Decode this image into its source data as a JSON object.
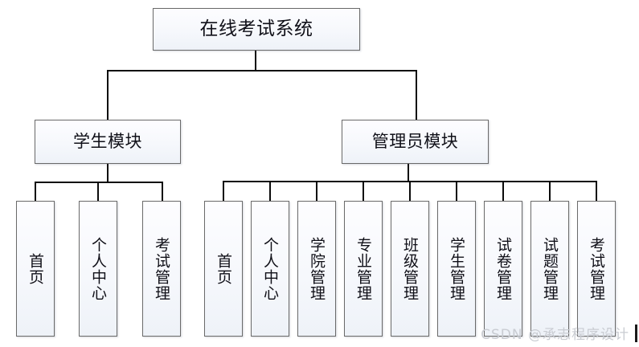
{
  "diagram": {
    "type": "hierarchy-tree",
    "title": "在线考试系统",
    "root": {
      "label": "在线考试系统"
    },
    "branches": [
      {
        "label": "学生模块",
        "children": [
          {
            "label": "首页"
          },
          {
            "label": "个人中心"
          },
          {
            "label": "考试管理"
          }
        ]
      },
      {
        "label": "管理员模块",
        "children": [
          {
            "label": "首页"
          },
          {
            "label": "个人中心"
          },
          {
            "label": "学院管理"
          },
          {
            "label": "专业管理"
          },
          {
            "label": "班级管理"
          },
          {
            "label": "学生管理"
          },
          {
            "label": "试卷管理"
          },
          {
            "label": "试题管理"
          },
          {
            "label": "考试管理"
          }
        ]
      }
    ]
  },
  "watermark": {
    "text": "CSDN @承志程序设计"
  },
  "colors": {
    "box_border": "#6a6a6a",
    "box_fill": "#f6f8fc",
    "connector": "#0b0b0b",
    "text": "#101018",
    "watermark": "#c9ccd2"
  }
}
